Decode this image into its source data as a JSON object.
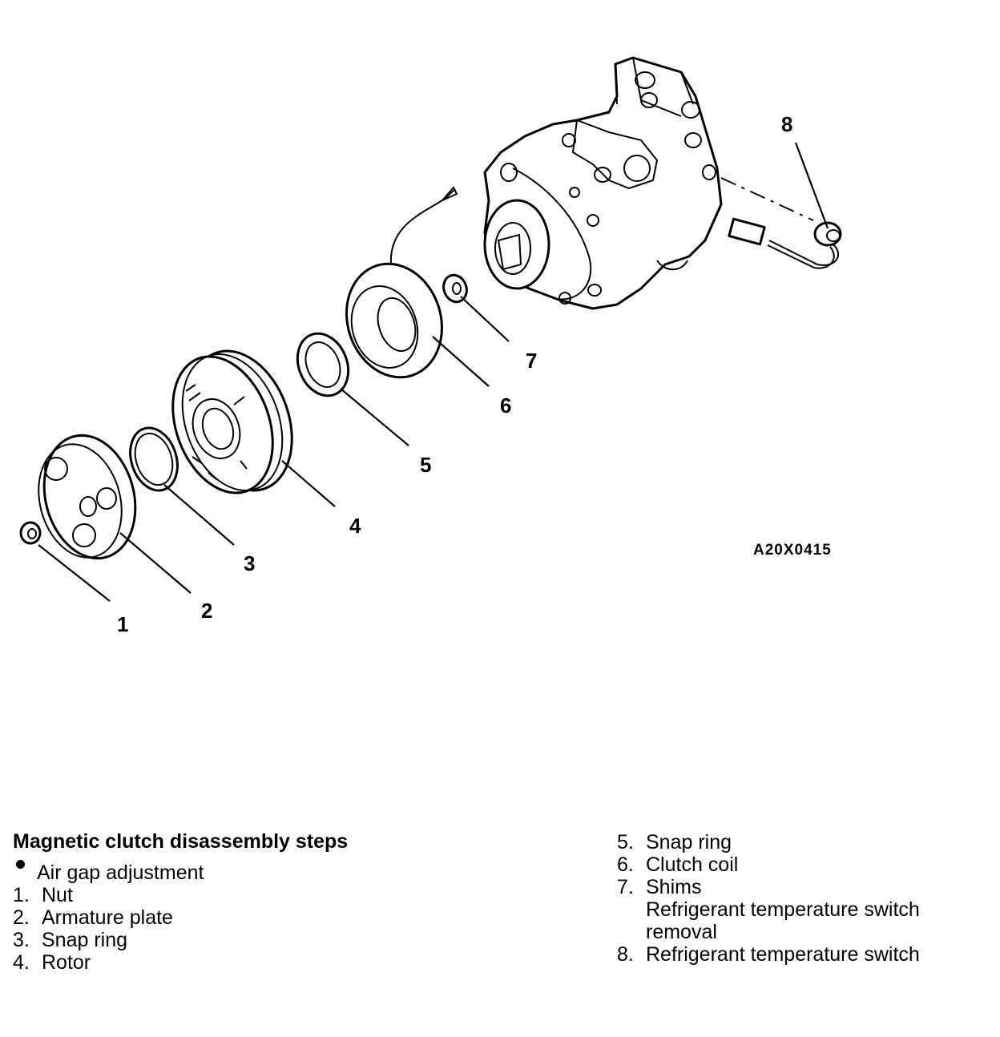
{
  "figure_code": "A20X0415",
  "callouts": [
    "1",
    "2",
    "3",
    "4",
    "5",
    "6",
    "7",
    "8"
  ],
  "steps": {
    "title": "Magnetic clutch disassembly steps",
    "left": [
      {
        "marker": "bullet",
        "text": "Air gap adjustment"
      },
      {
        "marker": "1.",
        "text": "Nut"
      },
      {
        "marker": "2.",
        "text": "Armature plate"
      },
      {
        "marker": "3.",
        "text": "Snap ring"
      },
      {
        "marker": "4.",
        "text": "Rotor"
      }
    ],
    "right": [
      {
        "marker": "5.",
        "text": "Snap ring"
      },
      {
        "marker": "6.",
        "text": "Clutch coil"
      },
      {
        "marker": "7.",
        "text": "Shims"
      },
      {
        "marker": "",
        "text": "Refrigerant temperature switch"
      },
      {
        "marker": "",
        "text": "removal"
      },
      {
        "marker": "8.",
        "text": "Refrigerant temperature switch"
      }
    ]
  }
}
